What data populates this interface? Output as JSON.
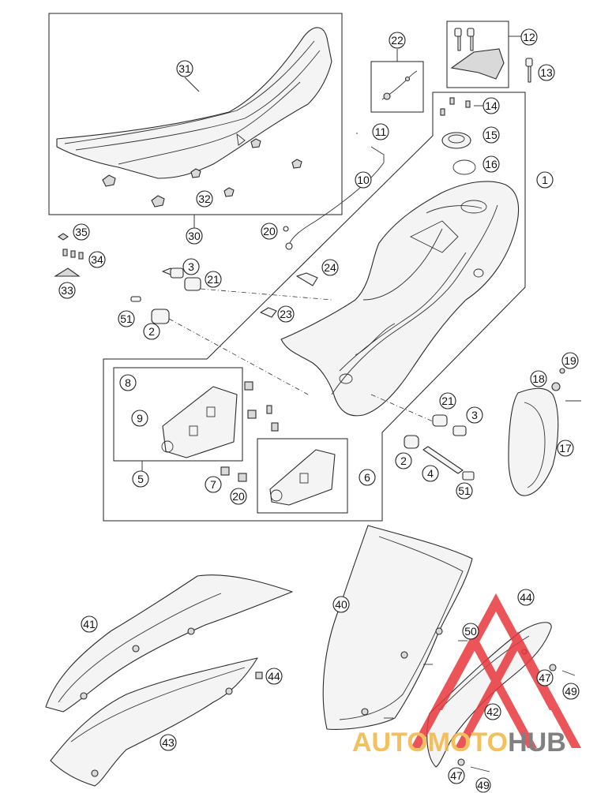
{
  "diagram": {
    "callouts": [
      {
        "id": "c31",
        "label": "31"
      },
      {
        "id": "c32",
        "label": "32"
      },
      {
        "id": "c30",
        "label": "30"
      },
      {
        "id": "c22",
        "label": "22"
      },
      {
        "id": "c12",
        "label": "12"
      },
      {
        "id": "c13",
        "label": "13"
      },
      {
        "id": "c14",
        "label": "14"
      },
      {
        "id": "c15",
        "label": "15"
      },
      {
        "id": "c16",
        "label": "16"
      },
      {
        "id": "c1",
        "label": "1"
      },
      {
        "id": "c11",
        "label": "11"
      },
      {
        "id": "c10",
        "label": "10"
      },
      {
        "id": "c20a",
        "label": "20"
      },
      {
        "id": "c35",
        "label": "35"
      },
      {
        "id": "c34",
        "label": "34"
      },
      {
        "id": "c33",
        "label": "33"
      },
      {
        "id": "c3a",
        "label": "3"
      },
      {
        "id": "c21a",
        "label": "21"
      },
      {
        "id": "c24",
        "label": "24"
      },
      {
        "id": "c51a",
        "label": "51"
      },
      {
        "id": "c2a",
        "label": "2"
      },
      {
        "id": "c23",
        "label": "23"
      },
      {
        "id": "c19",
        "label": "19"
      },
      {
        "id": "c18",
        "label": "18"
      },
      {
        "id": "c17",
        "label": "17"
      },
      {
        "id": "c8",
        "label": "8"
      },
      {
        "id": "c9",
        "label": "9"
      },
      {
        "id": "c5",
        "label": "5"
      },
      {
        "id": "c7",
        "label": "7"
      },
      {
        "id": "c20b",
        "label": "20"
      },
      {
        "id": "c6",
        "label": "6"
      },
      {
        "id": "c21b",
        "label": "21"
      },
      {
        "id": "c3b",
        "label": "3"
      },
      {
        "id": "c2b",
        "label": "2"
      },
      {
        "id": "c4",
        "label": "4"
      },
      {
        "id": "c51b",
        "label": "51"
      },
      {
        "id": "c40",
        "label": "40"
      },
      {
        "id": "c44a",
        "label": "44"
      },
      {
        "id": "c50",
        "label": "50"
      },
      {
        "id": "c41",
        "label": "41"
      },
      {
        "id": "c44b",
        "label": "44"
      },
      {
        "id": "c47a",
        "label": "47"
      },
      {
        "id": "c49a",
        "label": "49"
      },
      {
        "id": "c42",
        "label": "42"
      },
      {
        "id": "c43",
        "label": "43"
      },
      {
        "id": "c47b",
        "label": "47"
      },
      {
        "id": "c49b",
        "label": "49"
      }
    ]
  },
  "watermark": {
    "brand_part1": "AUTO",
    "brand_part2": "MOTO",
    "brand_part3": "HUB",
    "color_part1": "#f2b640",
    "color_part2": "#f2b640",
    "color_part3": "#6b6b6b",
    "triangle_color": "#e8383d"
  }
}
